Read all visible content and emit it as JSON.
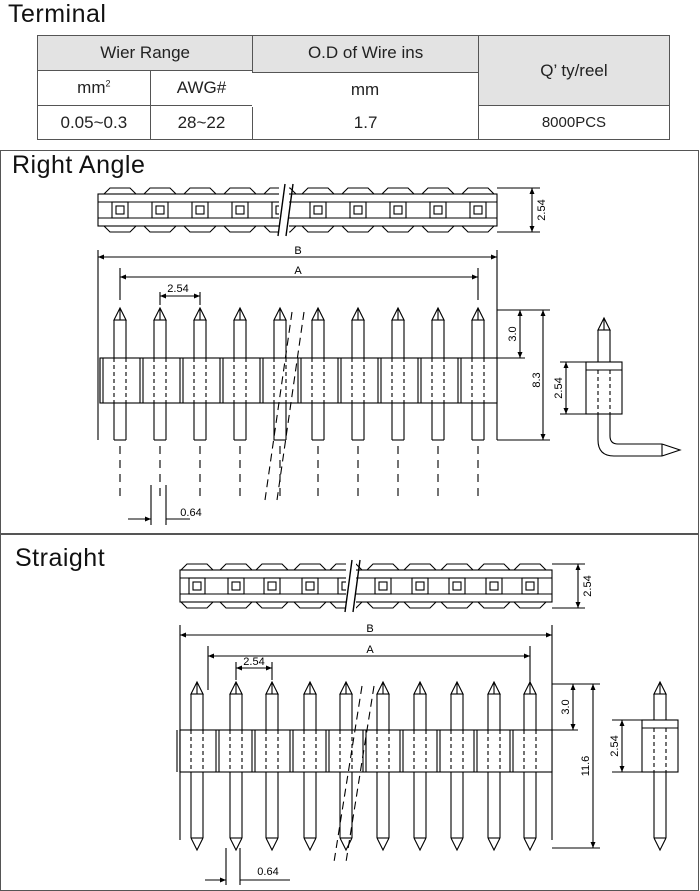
{
  "section_title": "Terminal",
  "table": {
    "wire_range": "Wier Range",
    "mm2": "mm",
    "mm2_sup": "2",
    "awg": "AWG#",
    "od": "O.D of Wire ins",
    "od_unit": "mm",
    "qty": "Q’ ty/reel",
    "mm2_val": "0.05~0.3",
    "awg_val": "28~22",
    "od_val": "1.7",
    "qty_val": "8000PCS"
  },
  "right_angle": {
    "title": "Right Angle",
    "dim_pitch_top": "2.54",
    "dim_b": "B",
    "dim_a": "A",
    "dim_pitch": "2.54",
    "dim_tip": "3.0",
    "dim_height": "8.3",
    "dim_side": "2.54",
    "dim_pin": "0.64"
  },
  "straight": {
    "title": "Straight",
    "dim_pitch_top": "2.54",
    "dim_b": "B",
    "dim_a": "A",
    "dim_pitch": "2.54",
    "dim_tip": "3.0",
    "dim_height": "11.6",
    "dim_side": "2.54",
    "dim_pin": "0.64"
  }
}
